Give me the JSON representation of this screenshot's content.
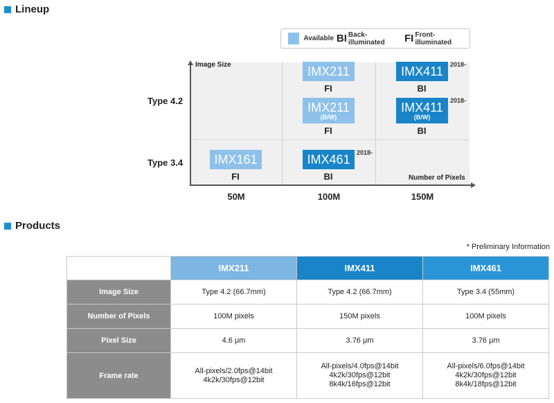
{
  "lineup": {
    "title": "Lineup",
    "legend": {
      "available": "Available",
      "bi_abbr": "BI",
      "bi_label": "Back-illuminated",
      "fi_abbr": "FI",
      "fi_label": "Front-illuminated"
    },
    "y_axis_label": "Image Size",
    "x_axis_label": "Number of Pixels",
    "types": [
      "Type 4.2",
      "Type 3.4"
    ],
    "pixels": [
      "50M",
      "100M",
      "150M"
    ],
    "chips": [
      {
        "name": "IMX211",
        "sub": "",
        "illum": "FI",
        "year": ""
      },
      {
        "name": "IMX211",
        "sub": "(B/W)",
        "illum": "FI",
        "year": ""
      },
      {
        "name": "IMX411",
        "sub": "",
        "illum": "BI",
        "year": "2018-"
      },
      {
        "name": "IMX411",
        "sub": "(B/W)",
        "illum": "BI",
        "year": "2018-"
      },
      {
        "name": "IMX161",
        "sub": "",
        "illum": "FI",
        "year": ""
      },
      {
        "name": "IMX461",
        "sub": "",
        "illum": "BI",
        "year": "2018-"
      }
    ],
    "colors": {
      "front_illuminated": "#8ec1ea",
      "back_illuminated": "#1a84c8",
      "accent": "#1a8fd0"
    }
  },
  "products": {
    "title": "Products",
    "note": "* Preliminary Information",
    "columns": [
      "IMX211",
      "IMX411",
      "IMX461"
    ],
    "rows": [
      {
        "label": "Image Size",
        "values": [
          "Type 4.2 (66.7mm)",
          "Type 4.2 (66.7mm)",
          "Type 3.4 (55mm)"
        ]
      },
      {
        "label": "Number of Pixels",
        "values": [
          "100M pixels",
          "150M pixels",
          "100M pixels"
        ]
      },
      {
        "label": "Pixel Size",
        "values": [
          "4.6 μm",
          "3.76 μm",
          "3.76 μm"
        ]
      },
      {
        "label": "Frame rate",
        "values": [
          [
            "All-pixels/2.0fps@14bit",
            "4k2k/30fps@12bit"
          ],
          [
            "All-pixels/4.0fps@14bit",
            "4k2k/30fps@12bit",
            "8k4k/16fps@12bit"
          ],
          [
            "All-pixels/6.0fps@14bit",
            "4k2k/30fps@12bit",
            "8k4k/18fps@12bit"
          ]
        ]
      }
    ]
  }
}
